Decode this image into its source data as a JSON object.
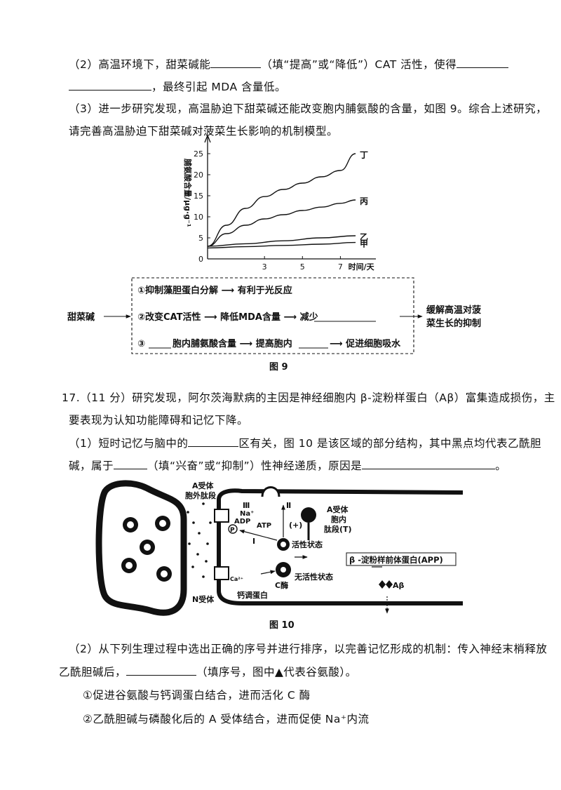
{
  "q16": {
    "p2": {
      "prefix": "（2）高温环境下，甜菜碱能",
      "mid": "（填“提高”或“降低”）CAT 活性，使得",
      "end": "，最终引起 MDA 含量低。"
    },
    "p3": {
      "line1": "（3）进一步研究发现，高温胁迫下甜菜碱还能改变胞内脯氨酸的含量，如图 9。综合上述研究，",
      "line2": "请完善高温胁迫下甜菜碱对菠菜生长影响的机制模型。"
    }
  },
  "fig9": {
    "chart_data": {
      "type": "line",
      "ylabel": "脯氨酸含量/μg·g⁻¹",
      "xlabel": "时间/天",
      "x_ticks": [
        "3",
        "5",
        "7"
      ],
      "y_ticks": [
        "0",
        "5",
        "10",
        "15",
        "20",
        "25"
      ],
      "ylim": [
        0,
        28
      ],
      "xlim": [
        0,
        8.5
      ],
      "series": [
        {
          "name": "丁",
          "x": [
            0,
            1,
            2,
            3,
            4,
            5,
            6,
            7,
            7.8
          ],
          "y": [
            3,
            8,
            12,
            14.8,
            16.5,
            18,
            19.5,
            21,
            25
          ]
        },
        {
          "name": "丙",
          "x": [
            0,
            1,
            2,
            3,
            4,
            5,
            6,
            7,
            7.8
          ],
          "y": [
            3,
            6,
            8,
            9.5,
            10.5,
            11.5,
            12.3,
            13.2,
            14
          ]
        },
        {
          "name": "乙",
          "x": [
            0,
            2,
            4,
            6,
            7.8
          ],
          "y": [
            3,
            3.6,
            4.3,
            5,
            5.5
          ]
        },
        {
          "name": "甲",
          "x": [
            0,
            2,
            4,
            6,
            7.8
          ],
          "y": [
            2.6,
            2.9,
            3.2,
            3.5,
            3.9
          ]
        }
      ]
    },
    "model": {
      "left": "甜菜碱",
      "row1": "①抑制藻胆蛋白分解 ⟶ 有利于光反应",
      "row2_a": "②改变CAT活性 ⟶ 降低MDA含量 ⟶ 减少",
      "row3_a": "③",
      "row3_b": "胞内脯氨酸含量 ⟶ 提高胞内",
      "row3_c": "⟶ 促进细胞吸水",
      "right_line1": "缓解高温对菠",
      "right_line2": "菜生长的抑制"
    },
    "caption": "图 9"
  },
  "q17": {
    "line1": "17.（11 分）研究发现，阿尔茨海默病的主因是神经细胞内 β-淀粉样蛋白（Aβ）富集造成损伤，主",
    "line2": "要表现为认知功能障碍和记忆下降。",
    "p1_a": "（1）短时记忆与脑中的",
    "p1_b": "区有关，图 10 是该区域的部分结构，其中黑点均代表乙酰胆",
    "p1_c": "碱，属于",
    "p1_d": "（填“兴奋”或“抑制”）性神经递质，原因是",
    "p1_e": "。"
  },
  "fig10": {
    "labels": {
      "a_receptor_outer": [
        "A受体",
        "胞外肽段"
      ],
      "roman3": "Ⅲ",
      "roman2": "Ⅱ",
      "roman1": "Ⅰ",
      "na": "Na⁺",
      "adp": "ADP",
      "atp": "ATP",
      "p": "P",
      "plus": "(+)",
      "active": "活性状态",
      "inactive": "无活性状态",
      "c_enzyme": "C酶",
      "calmodulin": "钙调蛋白",
      "ca": "Ca²⁺",
      "n_receptor": "N受体",
      "a_receptor_inner": [
        "A受体",
        "胞内",
        "肽段(T)"
      ],
      "app": "β -淀粉样前体蛋白(APP)",
      "abeta": "Aβ"
    },
    "caption": "图 10"
  },
  "q17b": {
    "p2_line1": "（2）从下列生理过程中选出正确的序号并进行排序，以完善记忆形成的机制：传入神经末梢释放",
    "p2_a": "乙酰胆碱后，",
    "p2_b": "（填序号，图中▲代表谷氨酸）。",
    "opt1": "①促进谷氨酸与钙调蛋白结合，进而活化 C 酶",
    "opt2": "②乙酰胆碱与磷酸化后的 A 受体结合，进而促使 Na⁺内流"
  }
}
